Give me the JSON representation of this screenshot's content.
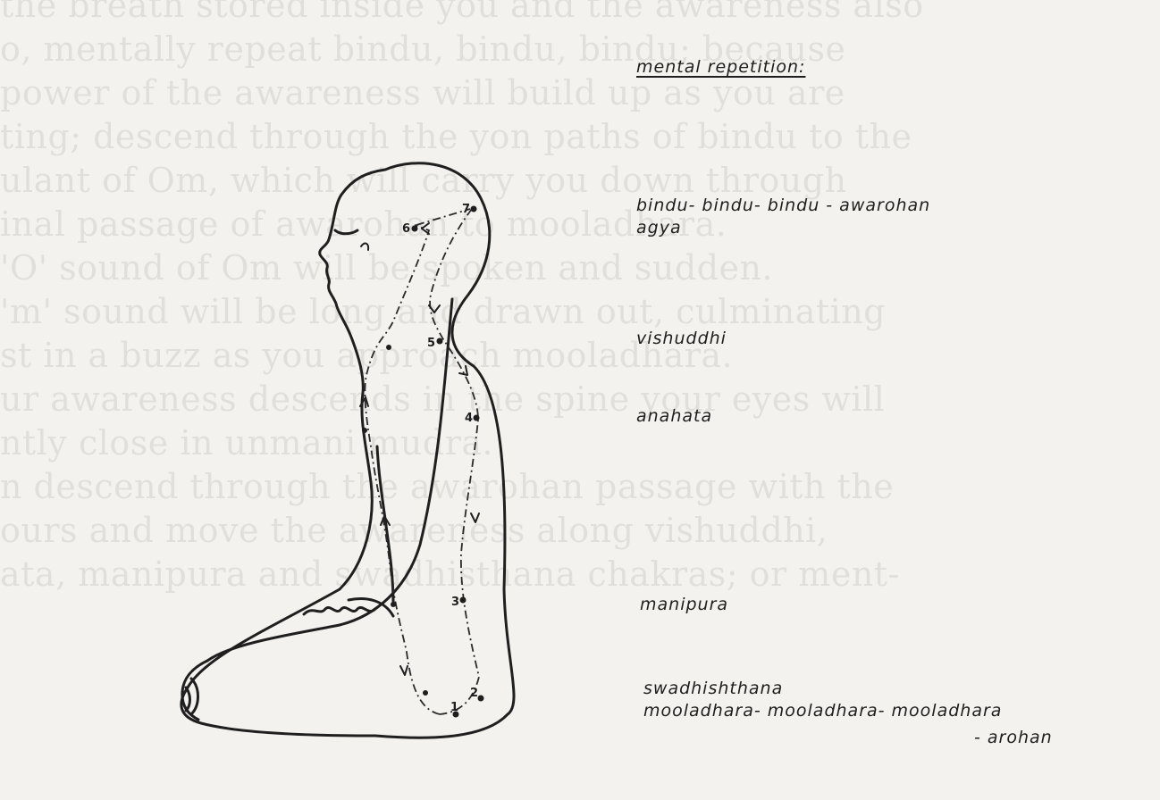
{
  "background_text": [
    "the breath stored inside you and the awareness also",
    "o, mentally repeat bindu, bindu, bindu; because",
    "power of the awareness will build up as you are",
    "ting; descend through the yon paths of bindu to the",
    "ulant of Om, which will carry you down through",
    "inal passage of awarohan to mooladhara.",
    "'O' sound of Om will be spoken and sudden.",
    "'m' sound will be long and drawn out, culminating",
    "st in a buzz as you approach mooladhara.",
    "ur awareness descends in the spine your eyes will",
    "ntly close in unmani mudra.",
    "n descend through the awarohan passage with the",
    "ours and move the awareness along vishuddhi,",
    "ata, manipura and swadhisthana chakras; or ment-"
  ],
  "heading": "mental repetition:",
  "labels": {
    "bindu": "bindu- bindu- bindu - awarohan",
    "agya": "agya",
    "vishuddhi": "vishuddhi",
    "anahata": "anahata",
    "manipura": "manipura",
    "swadhishthana": "swadhishthana",
    "mooladhara": "mooladhara- mooladhara- mooladhara",
    "arohan": "- arohan"
  },
  "points": [
    "1",
    "2",
    "3",
    "4",
    "5",
    "6",
    "7"
  ]
}
